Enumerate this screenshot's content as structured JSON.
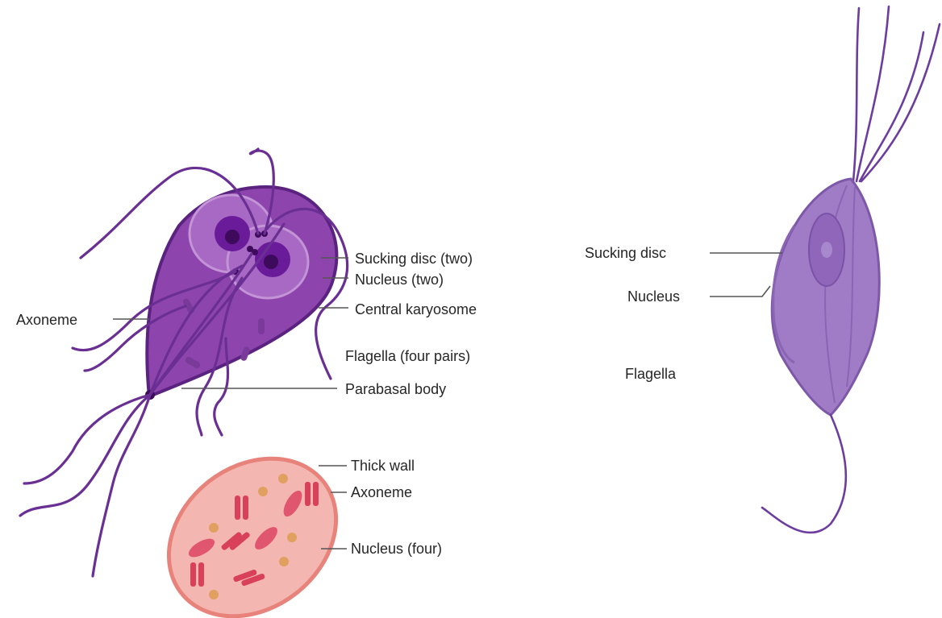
{
  "trophozoite": {
    "labels": {
      "sucking_disc": "Sucking disc (two)",
      "nucleus": "Nucleus (two)",
      "central_karyosome": "Central karyosome",
      "axoneme": "Axoneme",
      "flagella": "Flagella (four pairs)",
      "parabasal_body": "Parabasal body"
    }
  },
  "cyst": {
    "labels": {
      "thick_wall": "Thick wall",
      "axoneme": "Axoneme",
      "nucleus": "Nucleus (four)"
    }
  },
  "lateral_view": {
    "labels": {
      "sucking_disc": "Sucking disc",
      "nucleus": "Nucleus",
      "flagella": "Flagella"
    }
  },
  "colors": {
    "body_purple": "#8e44ad",
    "body_outline": "#5b2380",
    "disc_light": "#b07cc6",
    "nucleus_dark": "#6a1b9a",
    "cyst_fill": "#f4b6b0",
    "cyst_outline": "#e8837c",
    "cyst_rod": "#d9405a",
    "cyst_dot": "#e0a060",
    "lateral_body": "#a07cc6",
    "label_text": "#262626"
  }
}
